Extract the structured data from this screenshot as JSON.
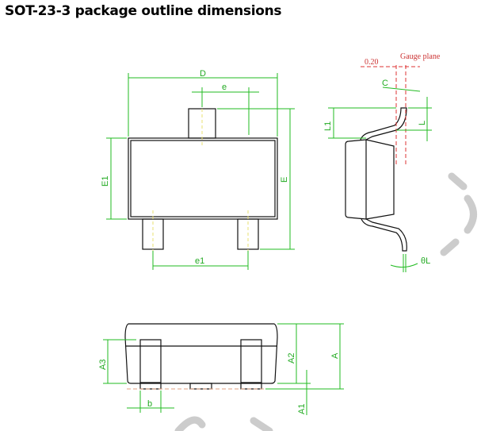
{
  "title": "SOT-23-3 package outline dimensions",
  "labels": {
    "D": "D",
    "e": "e",
    "E1": "E1",
    "E": "E",
    "e1": "e1",
    "gauge_value": "0.20",
    "gauge_plane": "Gauge plane",
    "C": "C",
    "L1": "L1",
    "L": "L",
    "theta_L": "θL",
    "A3": "A3",
    "A2": "A2",
    "A": "A",
    "b": "b",
    "A1": "A1"
  },
  "colors": {
    "dimension": "#22bb22",
    "outline": "#111111",
    "reference": "#dd3333"
  }
}
